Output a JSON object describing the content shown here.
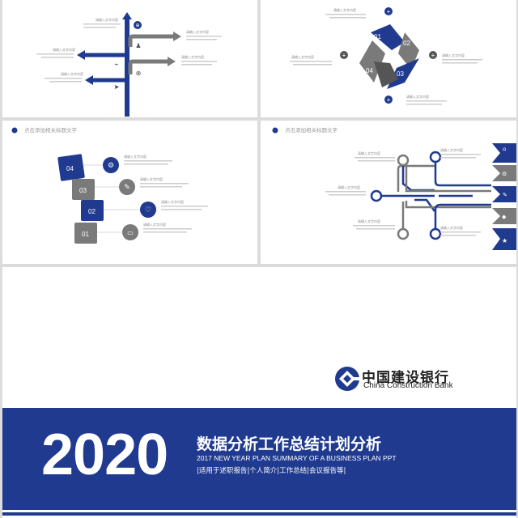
{
  "placeholder_text": "请输入文字内容",
  "section_title": "点击添加相关标题文字",
  "steps": [
    "04",
    "03",
    "02",
    "01"
  ],
  "cycle": [
    "01",
    "02",
    "03",
    "04"
  ],
  "brand": {
    "zh": "中国建设银行",
    "en": "China Construction Bank"
  },
  "cover": {
    "year": "2020",
    "title": "数据分析工作总结计划分析",
    "subtitle": "2017 NEW YEAR PLAN SUMMARY OF A BUSINESS PLAN PPT",
    "tags": "|适用于述职报告|个人简介|工作总结|会议报告等|"
  },
  "colors": {
    "primary": "#1f3a8f",
    "gray": "#7a7a7a",
    "light_gray": "#9a9a9a"
  },
  "icons": [
    "globe-icon",
    "users-icon",
    "chart-icon",
    "plane-icon",
    "compass-icon",
    "gear-icon",
    "pencil-icon",
    "heart-icon",
    "monitor-icon",
    "home-icon",
    "tag-icon",
    "star-icon",
    "plus-icon"
  ]
}
